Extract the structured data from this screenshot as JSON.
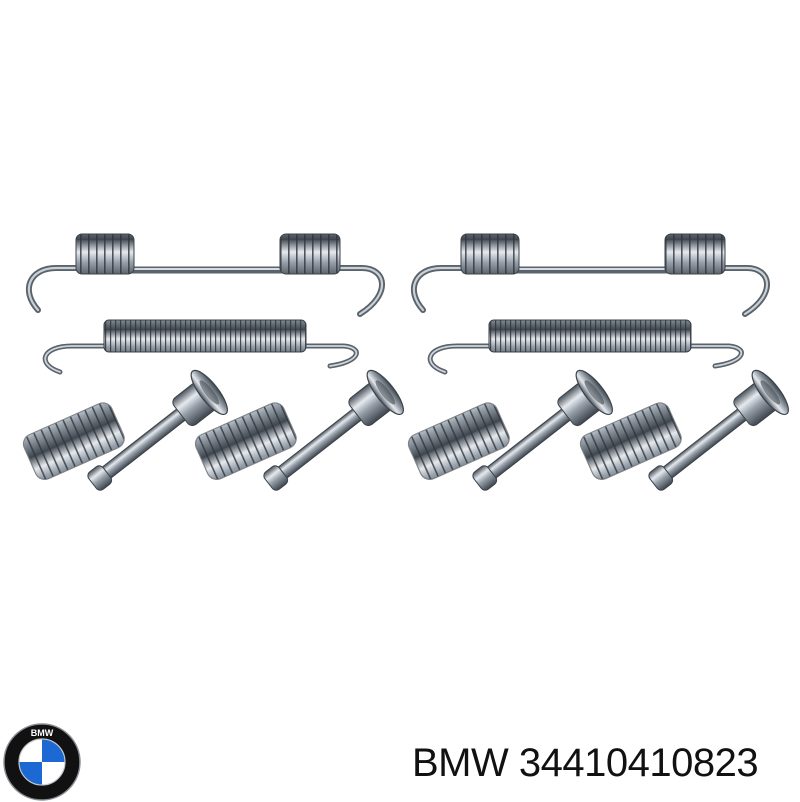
{
  "caption": {
    "brand": "BMW",
    "part_number": "34410410823"
  },
  "logo": {
    "icon": "bmw-roundel-logo",
    "text": "BMW",
    "colors": {
      "ring": "#111111",
      "blue": "#1c69d4",
      "white": "#ffffff"
    }
  },
  "product": {
    "description_icon": "brake-shoe-spring-kit-image",
    "metal_color": "#9aa3ad",
    "metal_dark": "#4a525b",
    "metal_light": "#e6eaee"
  }
}
